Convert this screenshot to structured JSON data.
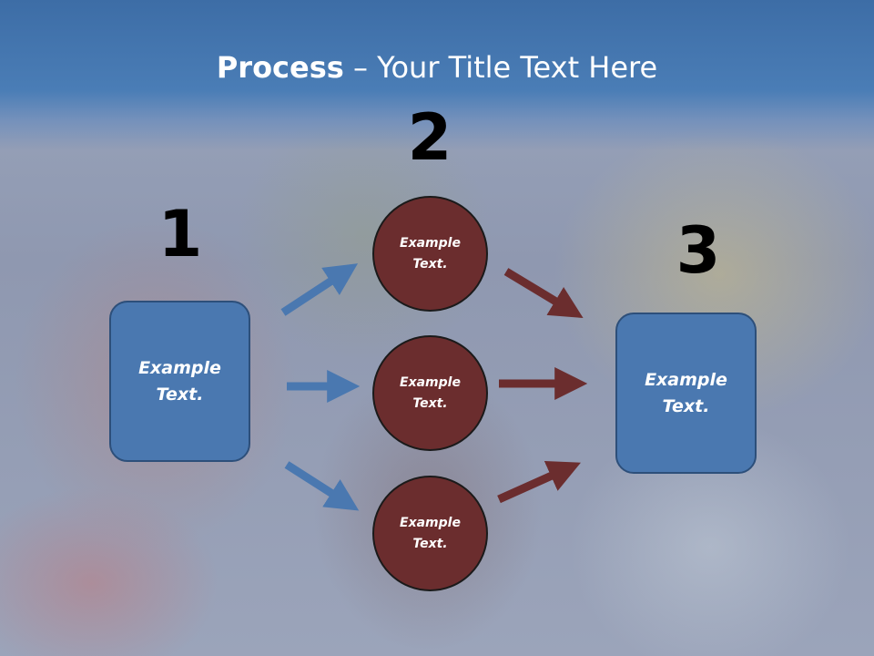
{
  "slide": {
    "title_bold": "Process",
    "title_rest": " – Your Title Text Here",
    "steps": [
      {
        "number": "1",
        "box_text": [
          "Example",
          "Text."
        ]
      },
      {
        "number": "2",
        "circles": [
          [
            "Example",
            "Text."
          ],
          [
            "Example",
            "Text."
          ],
          [
            "Example",
            "Text."
          ]
        ]
      },
      {
        "number": "3",
        "box_text": [
          "Example",
          "Text."
        ]
      }
    ]
  },
  "colors": {
    "box_fill": "#4a78b0",
    "circle_fill": "#6b2d2e",
    "arrow_blue": "#4a78b0",
    "arrow_red": "#6b2d2e",
    "header": "#3d6da6"
  }
}
